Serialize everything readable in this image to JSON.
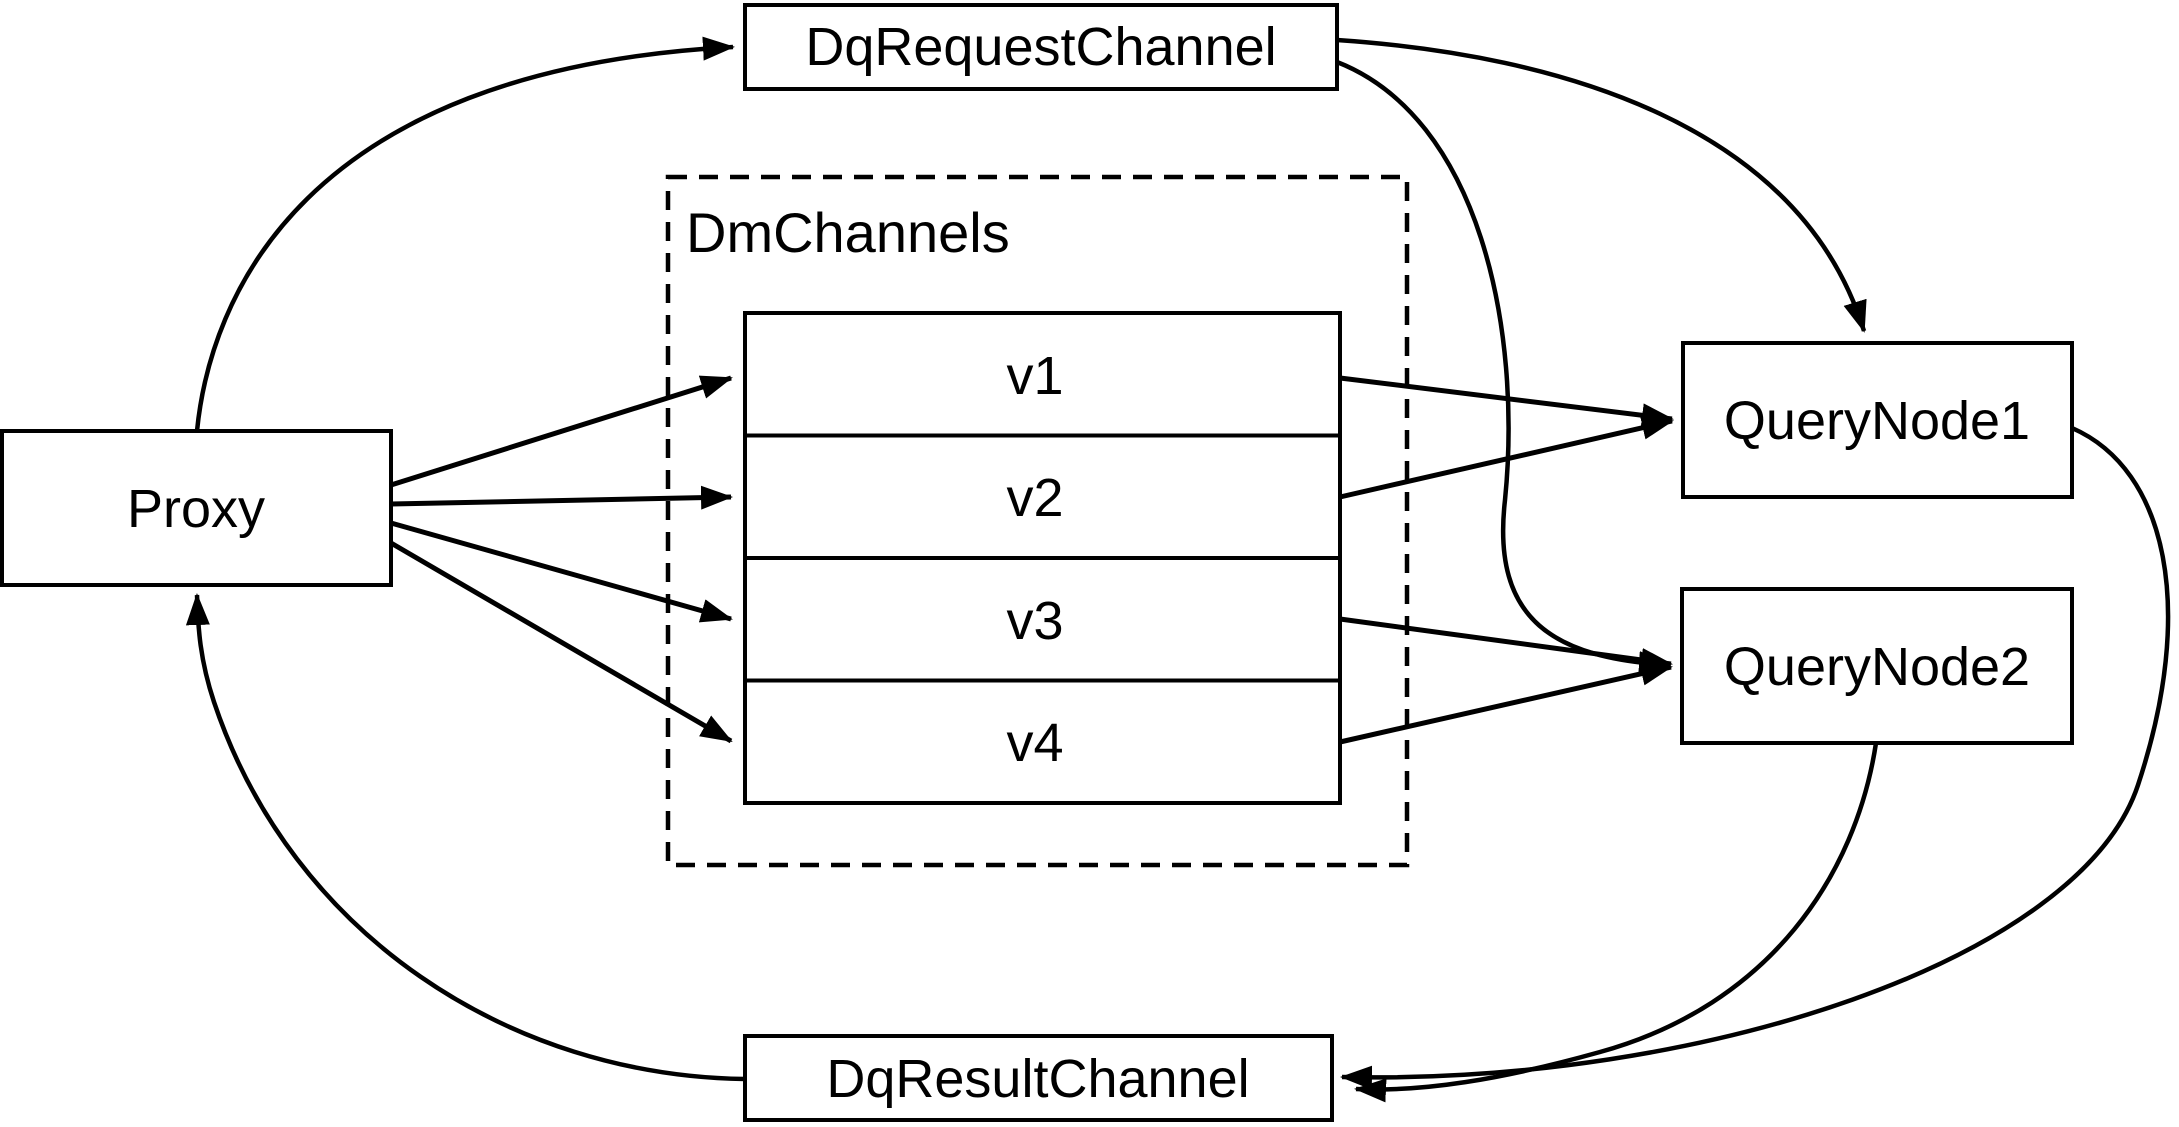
{
  "diagram": {
    "background_color": "#ffffff",
    "stroke_color": "#000000",
    "nodes": {
      "proxy": {
        "label": "Proxy"
      },
      "dq_request_channel": {
        "label": "DqRequestChannel"
      },
      "dm_channels_group": {
        "label": "DmChannels"
      },
      "channels": [
        {
          "label": "v1"
        },
        {
          "label": "v2"
        },
        {
          "label": "v3"
        },
        {
          "label": "v4"
        }
      ],
      "query_node_1": {
        "label": "QueryNode1"
      },
      "query_node_2": {
        "label": "QueryNode2"
      },
      "dq_result_channel": {
        "label": "DqResultChannel"
      }
    },
    "edges": [
      {
        "from": "Proxy",
        "to": "DqRequestChannel"
      },
      {
        "from": "DqRequestChannel",
        "to": "QueryNode1"
      },
      {
        "from": "DqRequestChannel",
        "to": "QueryNode2"
      },
      {
        "from": "Proxy",
        "to": "v1"
      },
      {
        "from": "Proxy",
        "to": "v2"
      },
      {
        "from": "Proxy",
        "to": "v3"
      },
      {
        "from": "Proxy",
        "to": "v4"
      },
      {
        "from": "v1",
        "to": "QueryNode1"
      },
      {
        "from": "v2",
        "to": "QueryNode1"
      },
      {
        "from": "v3",
        "to": "QueryNode2"
      },
      {
        "from": "v4",
        "to": "QueryNode2"
      },
      {
        "from": "QueryNode1",
        "to": "DqResultChannel"
      },
      {
        "from": "QueryNode2",
        "to": "DqResultChannel"
      },
      {
        "from": "DqResultChannel",
        "to": "Proxy"
      }
    ]
  }
}
